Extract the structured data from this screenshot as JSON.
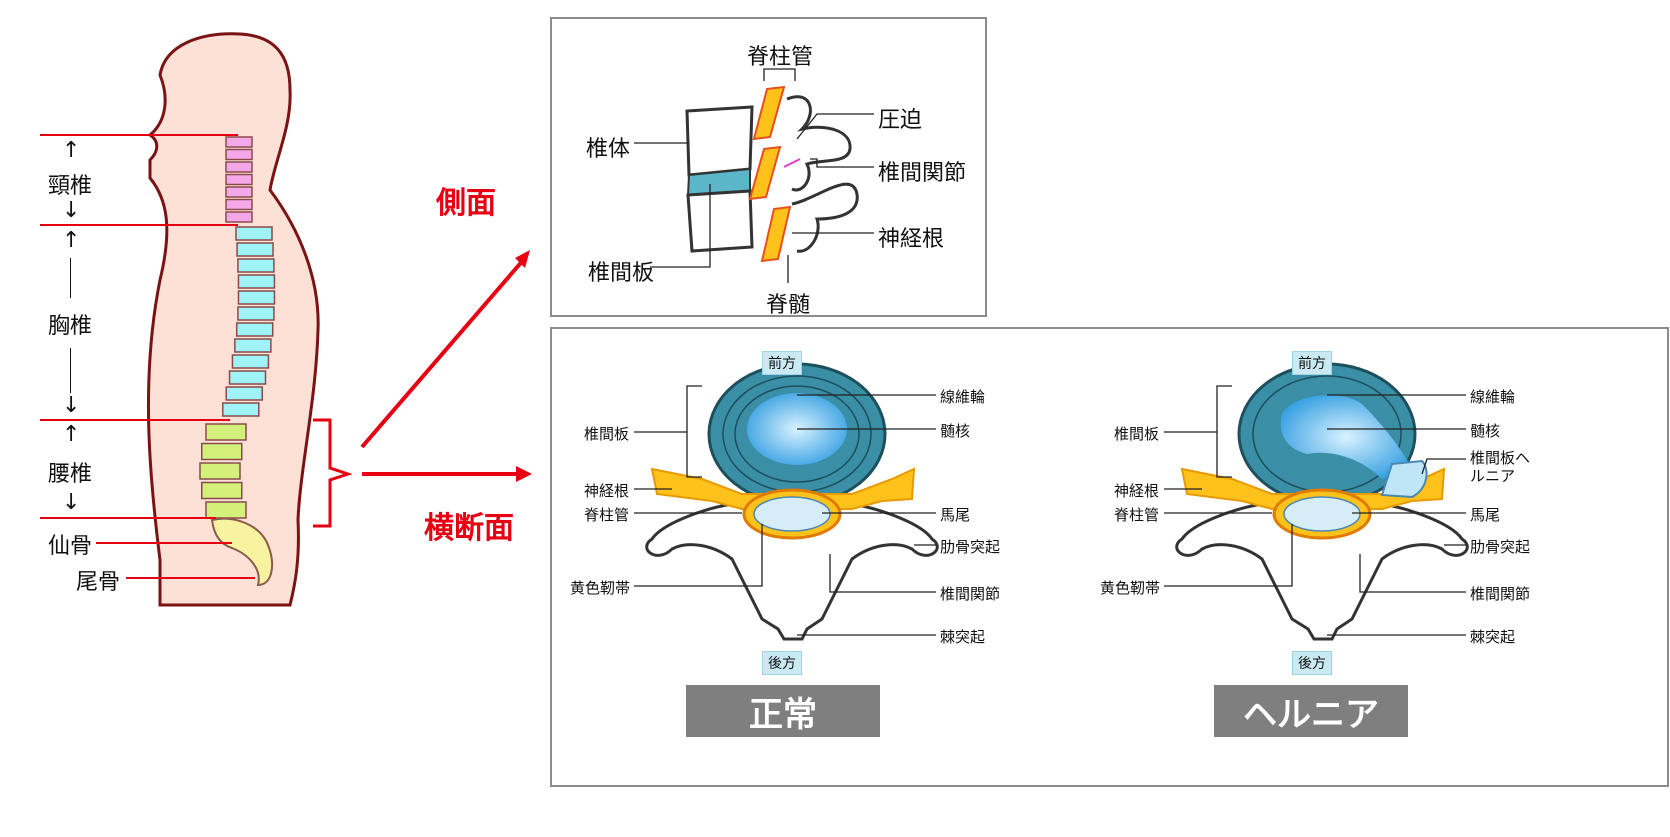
{
  "spine": {
    "labels": {
      "cervical": "頸椎",
      "thoracic": "胸椎",
      "lumbar": "腰椎",
      "sacrum": "仙骨",
      "coccyx": "尾骨"
    },
    "arrow_up": "↑",
    "arrow_down": "↓"
  },
  "views": {
    "side": "側面",
    "cross": "横断面"
  },
  "side_panel": {
    "spinal_canal": "脊柱管",
    "compression": "圧迫",
    "vertebral_body": "椎体",
    "facet_joint": "椎間関節",
    "nerve_root": "神経根",
    "disc": "椎間板",
    "spinal_cord": "脊髄"
  },
  "cross_panel": {
    "front": "前方",
    "back": "後方",
    "annulus": "線維輪",
    "nucleus": "髄核",
    "disc": "椎間板",
    "nerve_root": "神経根",
    "spinal_canal": "脊柱管",
    "cauda": "馬尾",
    "rib_process": "肋骨突起",
    "ligament": "黄色靭帯",
    "facet_joint": "椎間関節",
    "spinous": "棘突起",
    "herniation": "椎間板ヘルニア",
    "normal_title": "正常",
    "hernia_title": "ヘルニア"
  },
  "colors": {
    "accent_red": "#e60012",
    "skin": "#fde0d6",
    "outline": "#7a1414",
    "cervical": "#f4a8e8",
    "thoracic": "#9ff3f6",
    "lumbar": "#d2f07a",
    "sacrum": "#f7f3a0",
    "disc_teal": "#2f8aa3",
    "nucleus_blue": "#2d9be0",
    "nerve_yellow": "#ffc21a",
    "gray_box": "#7f7f7f"
  }
}
